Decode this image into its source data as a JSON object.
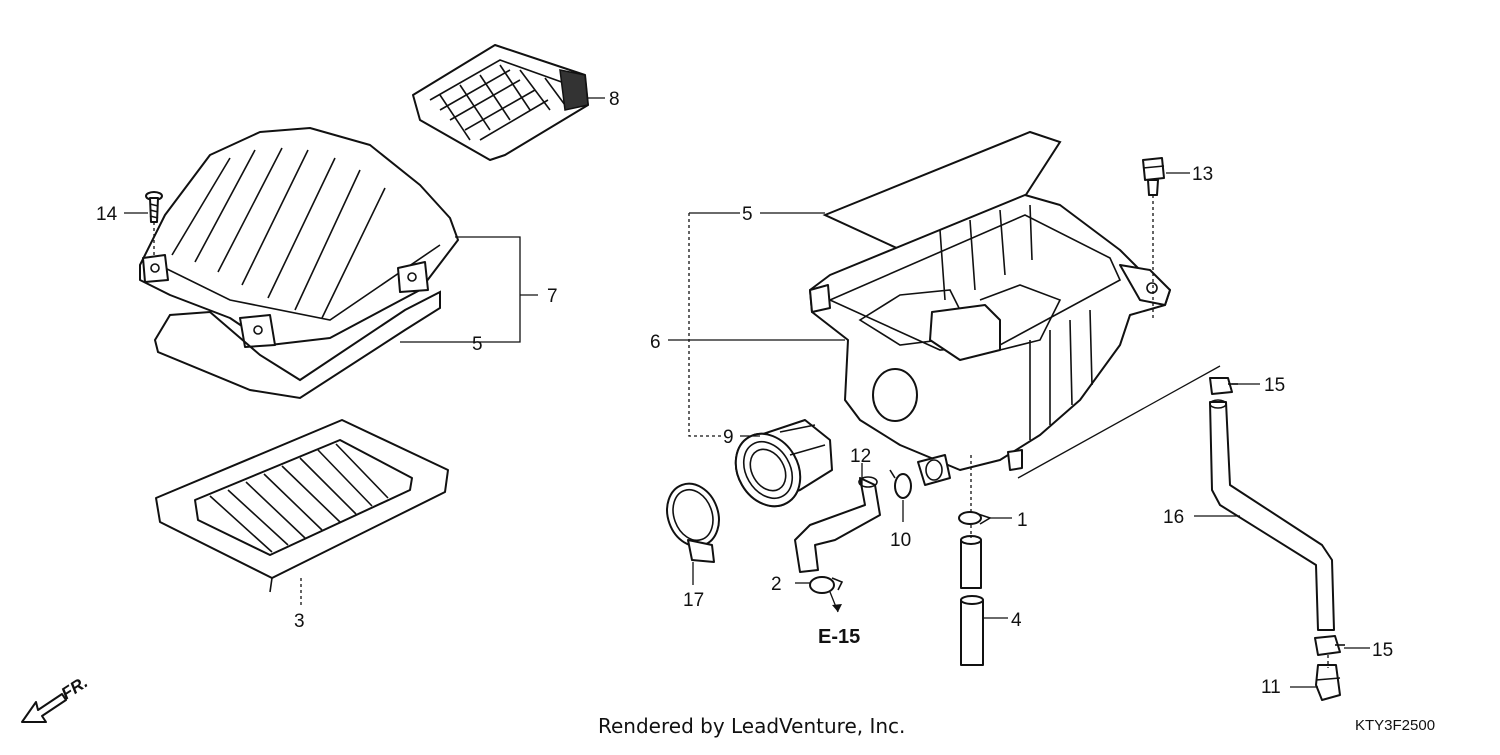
{
  "diagram": {
    "callouts": [
      "1",
      "2",
      "3",
      "4",
      "5",
      "5",
      "6",
      "7",
      "8",
      "9",
      "10",
      "11",
      "12",
      "13",
      "14",
      "15",
      "15",
      "16",
      "17"
    ],
    "reference": "E-15",
    "direction_label": "FR.",
    "credit": "Rendered by LeadVenture, Inc.",
    "drawing_code": "KTY3F2500"
  }
}
